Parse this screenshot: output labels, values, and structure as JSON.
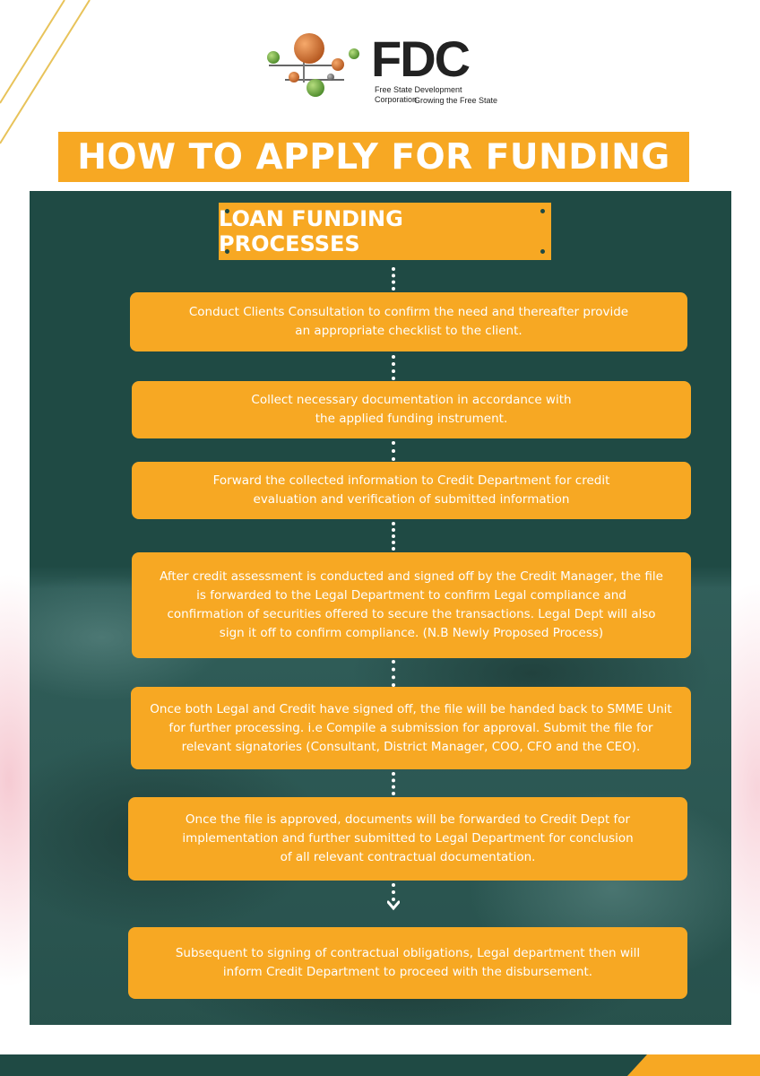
{
  "logo": {
    "name": "FDC",
    "subtitle": "Free State Development Corporation",
    "tagline": "Growing the Free State"
  },
  "title": "HOW TO APPLY FOR FUNDING",
  "section_title": "LOAN FUNDING PROCESSES",
  "steps": [
    "Conduct Clients Consultation to confirm the need and thereafter provide\nan appropriate checklist to the client.",
    "Collect necessary documentation in accordance with\nthe applied funding instrument.",
    "Forward the collected information to Credit Department for credit\nevaluation and verification of submitted information",
    "After credit assessment is conducted and signed off by the Credit Manager, the file\nis forwarded to the Legal Department to confirm Legal compliance and\nconfirmation of securities offered to secure the transactions. Legal Dept will also\nsign it off to confirm compliance. (N.B Newly Proposed Process)",
    "Once both Legal and Credit have signed off, the file will be handed back to SMME Unit\nfor further processing. i.e Compile a submission for approval. Submit the file for\nrelevant signatories (Consultant, District Manager, COO,  CFO and the CEO).",
    "Once the file is approved, documents will be forwarded to Credit Dept for\nimplementation and further submitted to Legal Department for conclusion\nof all relevant contractual documentation.",
    "Subsequent to signing of contractual obligations, Legal department then will\ninform Credit Department to proceed with the disbursement."
  ],
  "colors": {
    "accent": "#f7a823",
    "panel": "#1f4a44",
    "text_on_accent": "#ffffff"
  }
}
